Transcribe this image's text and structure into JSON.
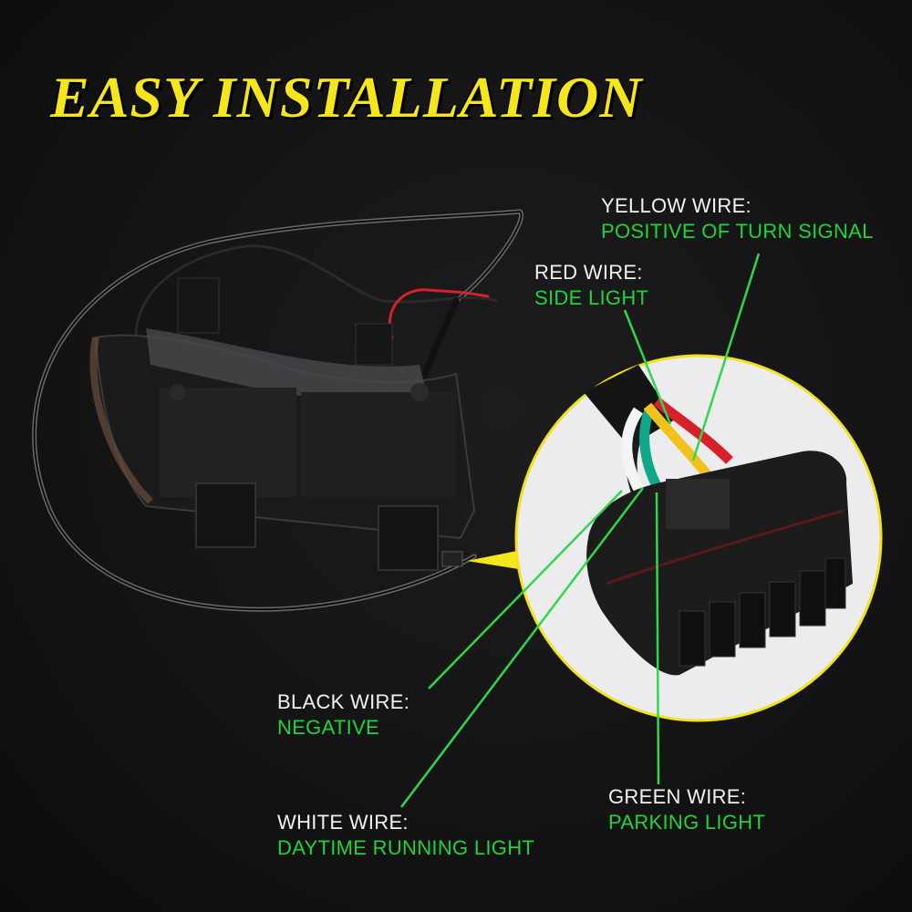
{
  "title": "EASY INSTALLATION",
  "colors": {
    "title": "#f5e61c",
    "label_key": "#f2f2f2",
    "label_value": "#22d43a",
    "leader_line": "#2fd84a",
    "zoom_ring": "#f2e21a",
    "zoom_fill": "#ececee",
    "background": "#141415"
  },
  "wires": [
    {
      "id": "yellow",
      "name": "YELLOW WIRE:",
      "function": "POSITIVE OF TURN SIGNAL",
      "wire_color": "#f2c21a"
    },
    {
      "id": "red",
      "name": "RED WIRE:",
      "function": "SIDE LIGHT",
      "wire_color": "#d8202a"
    },
    {
      "id": "black",
      "name": "BLACK WIRE:",
      "function": "NEGATIVE",
      "wire_color": "#1a1a1a"
    },
    {
      "id": "white",
      "name": "WHITE WIRE:",
      "function": "DAYTIME RUNNING LIGHT",
      "wire_color": "#f4f4f4"
    },
    {
      "id": "green",
      "name": "GREEN WIRE:",
      "function": "PARKING LIGHT",
      "wire_color": "#10a88a"
    }
  ],
  "graphics": {
    "product": "led-turn-signal-housing-with-harness",
    "zoom_callout": "6-pin-waterproof-connector"
  }
}
